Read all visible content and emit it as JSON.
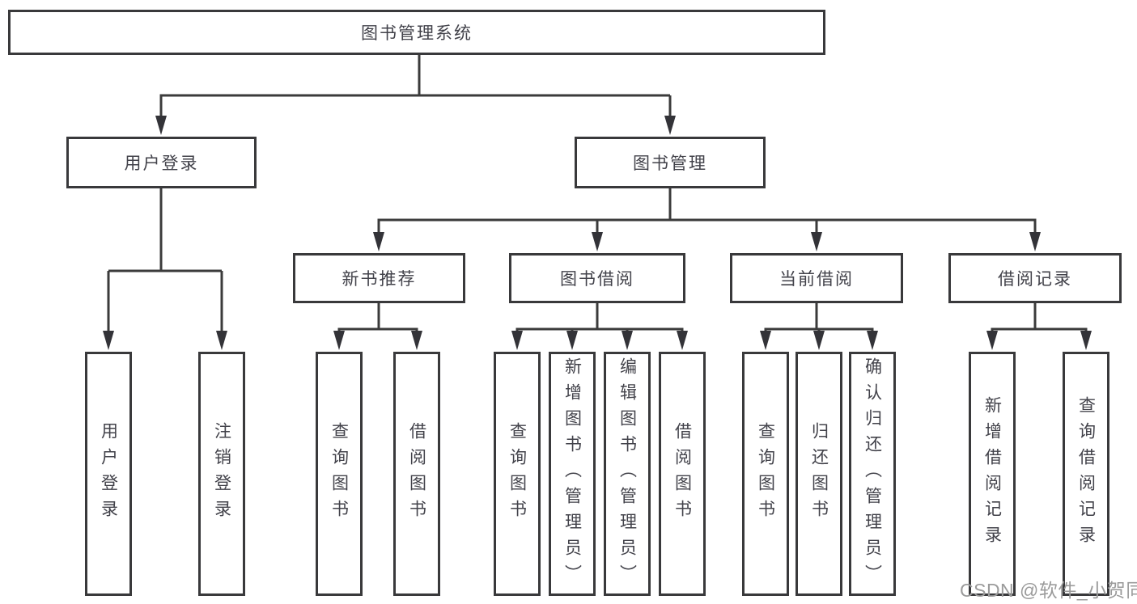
{
  "tree": {
    "root": {
      "label": "图书管理系统"
    },
    "user_login": {
      "label": "用户登录",
      "children": [
        {
          "label": "用户登录"
        },
        {
          "label": "注销登录"
        }
      ]
    },
    "book_mgmt": {
      "label": "图书管理"
    },
    "modules": [
      {
        "label": "新书推荐",
        "children": [
          {
            "label": "查询图书"
          },
          {
            "label": "借阅图书"
          }
        ]
      },
      {
        "label": "图书借阅",
        "children": [
          {
            "label": "查询图书"
          },
          {
            "label": "新增图书（管理员）"
          },
          {
            "label": "编辑图书（管理员）"
          },
          {
            "label": "借阅图书"
          }
        ]
      },
      {
        "label": "当前借阅",
        "children": [
          {
            "label": "查询图书"
          },
          {
            "label": "归还图书"
          },
          {
            "label": "确认归还（管理员）"
          }
        ]
      },
      {
        "label": "借阅记录",
        "children": [
          {
            "label": "新增借阅记录"
          },
          {
            "label": "查询借阅记录"
          }
        ]
      }
    ]
  },
  "watermark": "CSDN @软件_小贺同学",
  "colors": {
    "line": "#3b3b3b",
    "arrow": "#333338",
    "box_border": "#39393b",
    "text": "#42424a",
    "watermark": "#9b9b9b"
  }
}
